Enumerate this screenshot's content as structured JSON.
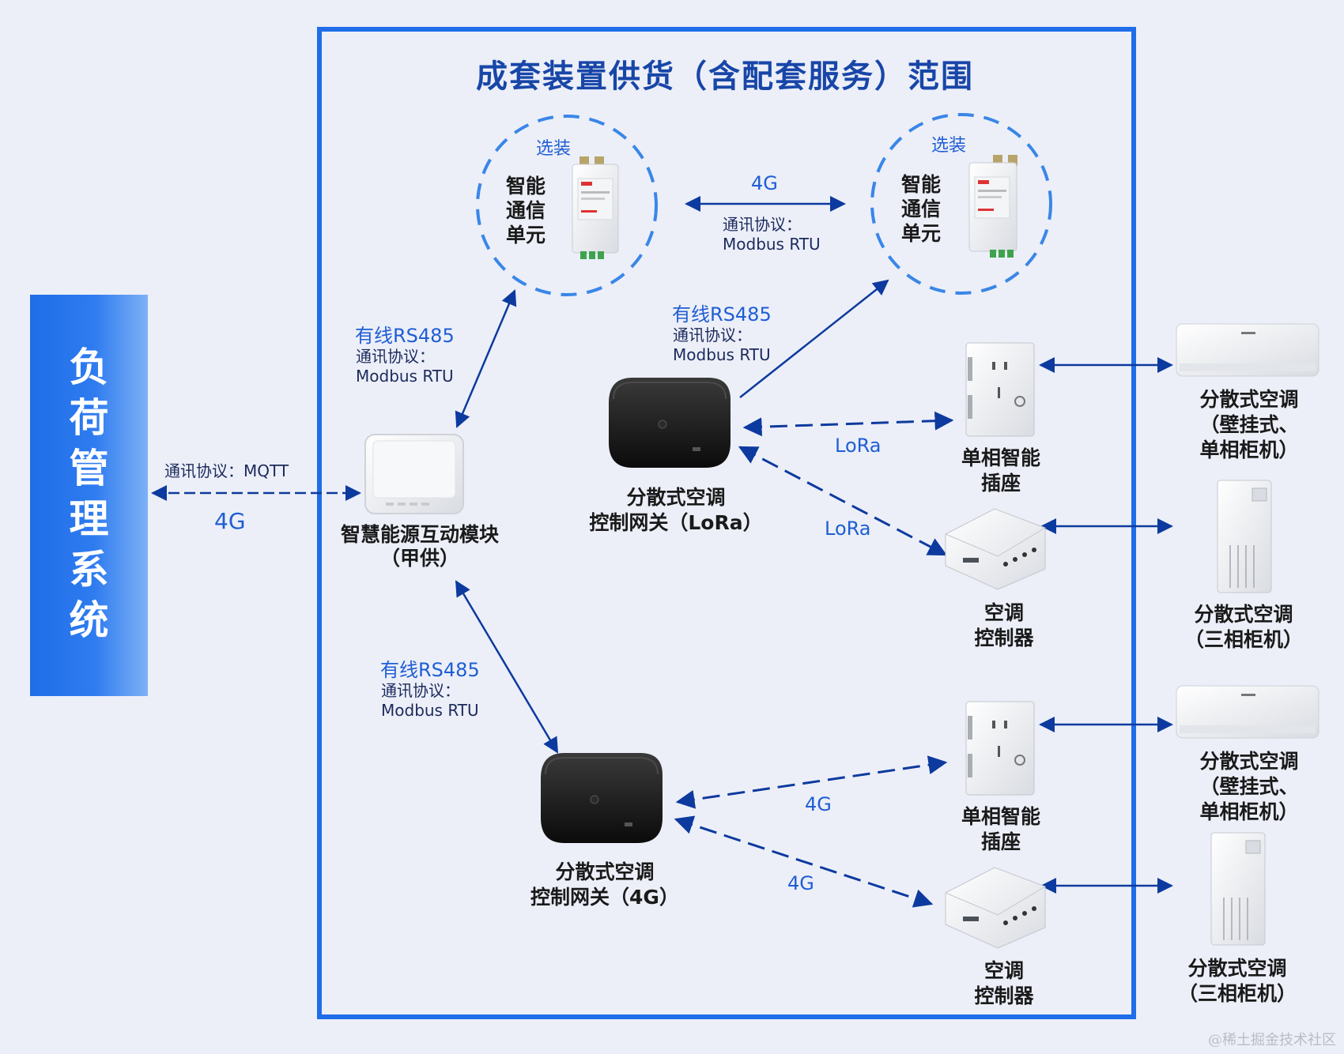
{
  "left_system": {
    "label": "负荷管理系统",
    "chars": [
      "负",
      "荷",
      "管",
      "理",
      "系",
      "统"
    ]
  },
  "scope_title": "成套装置供货（含配套服务）范围",
  "colors": {
    "frame": "#1f6de8",
    "arrow": "#0d3a9e",
    "blue_text": "#1f5ed4",
    "dashed_circle": "#3a86e8"
  },
  "link_mqtt": {
    "protocol": "通讯协议：MQTT",
    "network": "4G"
  },
  "module": {
    "line1": "智慧能源互动模块",
    "line2": "（甲供）"
  },
  "comm_unit_left": {
    "tag": "选装",
    "lines": [
      "智能",
      "通信",
      "单元"
    ]
  },
  "comm_unit_right": {
    "tag": "选装",
    "lines": [
      "智能",
      "通信",
      "单元"
    ]
  },
  "link_units": {
    "network": "4G",
    "protocol_label": "通讯协议：",
    "protocol": "Modbus RTU"
  },
  "link_module_unit": {
    "wire": "有线RS485",
    "protocol_label": "通讯协议：",
    "protocol": "Modbus RTU"
  },
  "link_gateway_unit": {
    "wire": "有线RS485",
    "protocol_label": "通讯协议：",
    "protocol": "Modbus RTU"
  },
  "link_module_gateway4g": {
    "wire": "有线RS485",
    "protocol_label": "通讯协议：",
    "protocol": "Modbus RTU"
  },
  "gateway_lora": {
    "line1": "分散式空调",
    "line2": "控制网关（LoRa）"
  },
  "gateway_4g": {
    "line1": "分散式空调",
    "line2": "控制网关（4G）"
  },
  "lora_links": [
    "LoRa",
    "LoRa"
  ],
  "g4_links": [
    "4G",
    "4G"
  ],
  "socket_top": {
    "line1": "单相智能",
    "line2": "插座"
  },
  "controller_top": {
    "line1": "空调",
    "line2": "控制器"
  },
  "socket_bottom": {
    "line1": "单相智能",
    "line2": "插座"
  },
  "controller_bottom": {
    "line1": "空调",
    "line2": "控制器"
  },
  "ac_wall_top": {
    "line1": "分散式空调",
    "line2": "（壁挂式、",
    "line3": "单相柜机）"
  },
  "ac_cabinet_top": {
    "line1": "分散式空调",
    "line2": "（三相柜机）"
  },
  "ac_wall_bottom": {
    "line1": "分散式空调",
    "line2": "（壁挂式、",
    "line3": "单相柜机）"
  },
  "ac_cabinet_bottom": {
    "line1": "分散式空调",
    "line2": "（三相柜机）"
  },
  "watermark": "@稀土掘金技术社区"
}
